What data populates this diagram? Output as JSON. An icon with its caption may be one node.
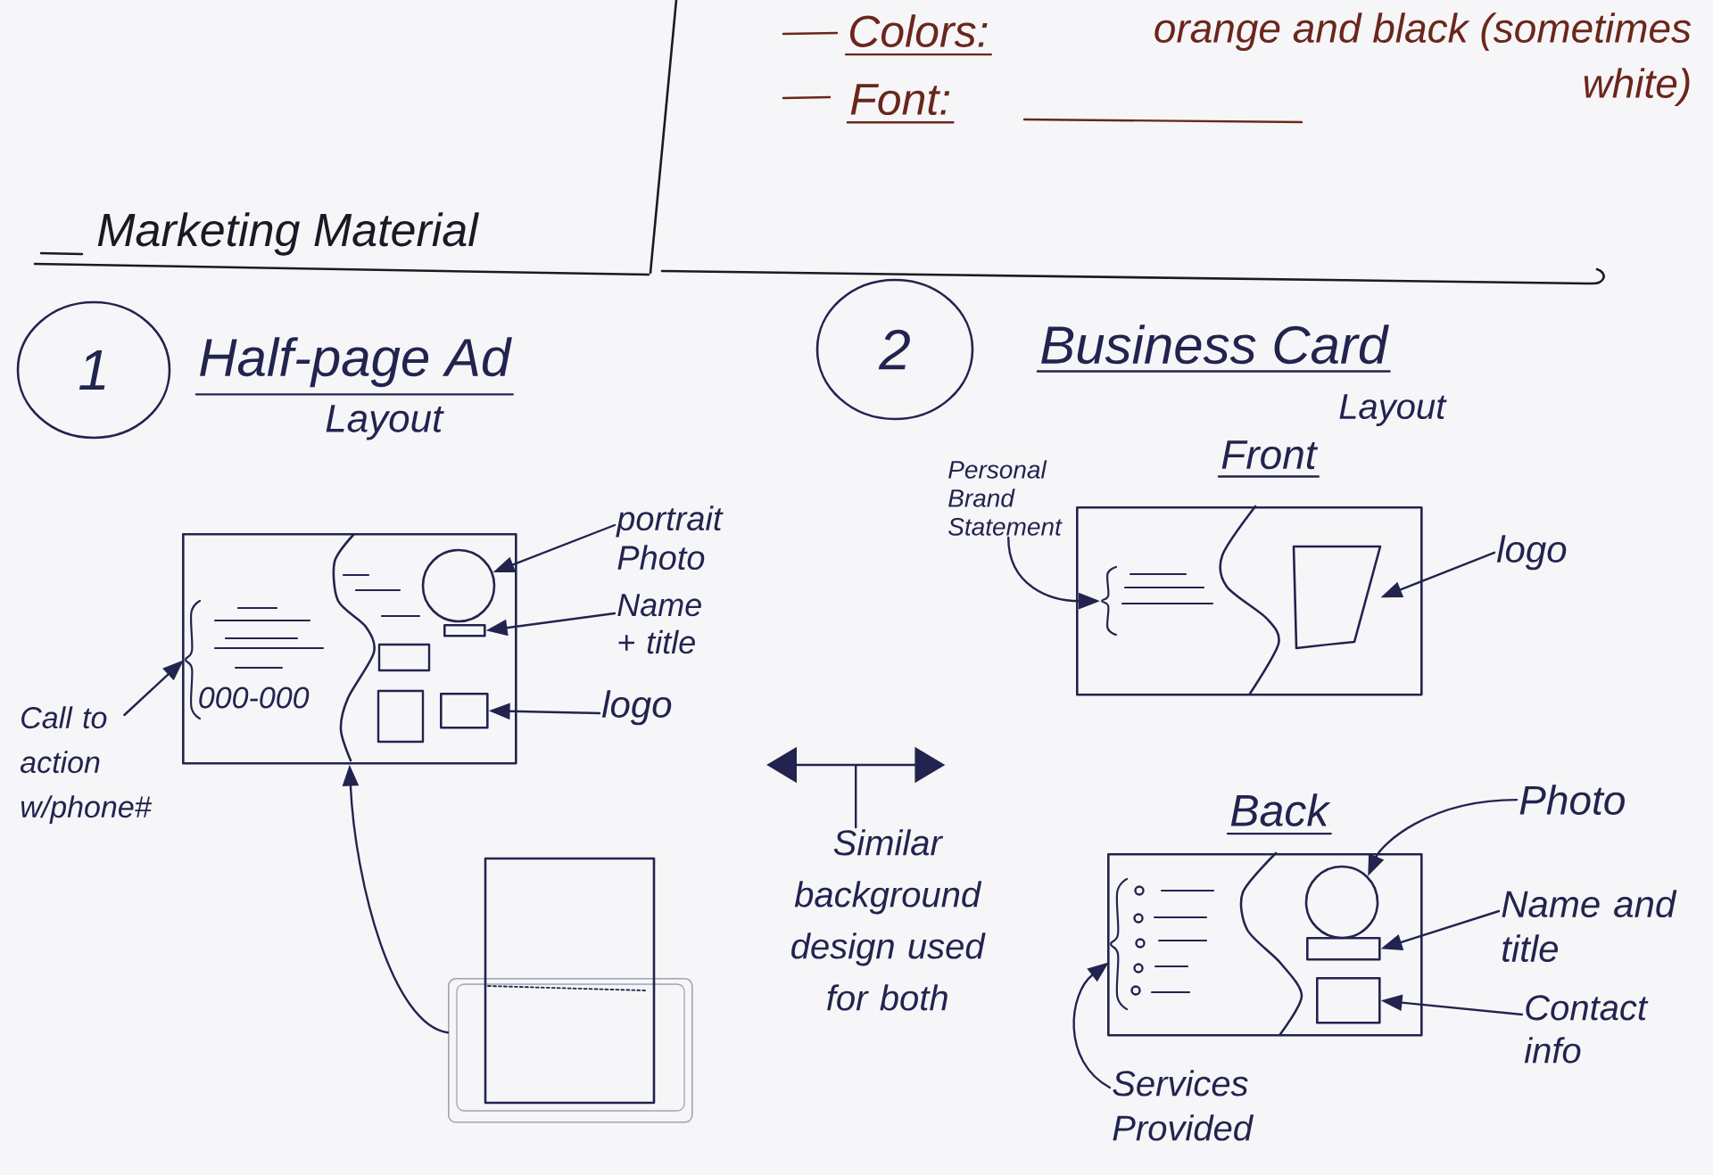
{
  "diagram": {
    "title": "Marketing Material",
    "nodes": [
      {
        "text": [
          "1"
        ]
      },
      {
        "text": [],
        "shape": "box"
      },
      {
        "text": [],
        "shape": "circle",
        "in": 1
      },
      {
        "text": [],
        "shape": "bar",
        "in": 1
      },
      {
        "text": [],
        "shape": "box",
        "in": 1
      },
      {
        "text": [
          "000-000"
        ],
        "in": 1
      },
      {
        "text": [
          "portrait Photo"
        ]
      },
      {
        "text": [
          "Name + title"
        ]
      },
      {
        "text": [
          "logo"
        ]
      },
      {
        "text": [
          "Call to action w/phone#"
        ]
      },
      {
        "text": [],
        "shape": "page"
      },
      {
        "text": [],
        "shape": "arrow"
      },
      {
        "text": [
          "Similar background design used for both"
        ]
      },
      {
        "text": [
          "2"
        ]
      },
      {
        "text": [],
        "shape": "box"
      },
      {
        "text": [],
        "shape": "lines",
        "in": 14
      },
      {
        "text": [],
        "shape": "trapezoid",
        "in": 14
      },
      {
        "text": [
          "Personal Brand Statement"
        ]
      },
      {
        "text": [
          "logo"
        ]
      },
      {
        "text": [],
        "shape": "box"
      },
      {
        "text": [],
        "shape": "list",
        "in": 19
      },
      {
        "text": [],
        "shape": "circle",
        "in": 19
      },
      {
        "text": [],
        "shape": "bar",
        "in": 19
      },
      {
        "text": [],
        "shape": "box",
        "in": 19
      },
      {
        "text": [
          "Photo"
        ]
      },
      {
        "text": [
          "Name and title"
        ]
      },
      {
        "text": [
          "Contact info"
        ]
      },
      {
        "text": [
          "Services Provided"
        ]
      }
    ],
    "edges": [
      {
        "from": 6,
        "to": 2,
        "arrow": "to"
      },
      {
        "from": 7,
        "to": 3,
        "arrow": "to"
      },
      {
        "from": 8,
        "to": 4,
        "arrow": "to"
      },
      {
        "from": 9,
        "to": 5,
        "arrow": "to"
      },
      {
        "from": 10,
        "to": 1,
        "arrow": "to"
      },
      {
        "from": 12,
        "to": 11,
        "arrow": "none"
      },
      {
        "from": 17,
        "to": 15,
        "arrow": "to"
      },
      {
        "from": 18,
        "to": 16,
        "arrow": "to"
      },
      {
        "from": 24,
        "to": 21,
        "arrow": "to"
      },
      {
        "from": 25,
        "to": 22,
        "arrow": "to"
      },
      {
        "from": 26,
        "to": 23,
        "arrow": "to"
      },
      {
        "from": 27,
        "to": 20,
        "arrow": "to"
      }
    ],
    "labels": [
      "Colors:",
      "orange and black (sometimes white)",
      "Font:",
      "Half-page Ad",
      "Layout",
      "Business Card",
      "Layout",
      "Front",
      "Back"
    ]
  }
}
